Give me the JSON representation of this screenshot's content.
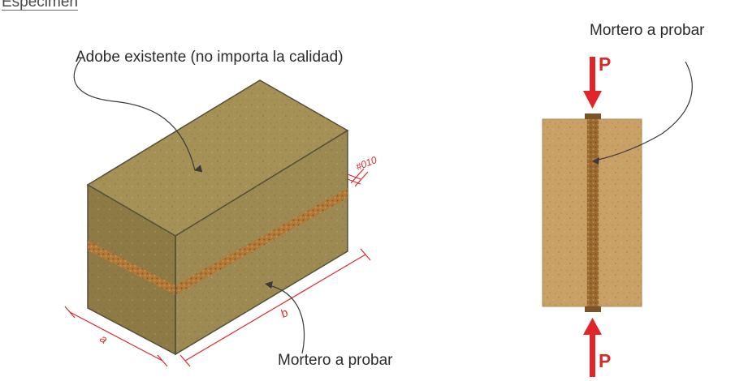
{
  "title": "Especimen",
  "labels": {
    "adobe": "Adobe existente (no  importa la calidad)",
    "mortar_bottom": "Mortero a probar",
    "mortar_right": "Mortero a probar",
    "thickness_mark": "#010",
    "dim_a": "a",
    "dim_b": "b",
    "load_top": "P",
    "load_bottom": "P"
  },
  "colors": {
    "adobe_top": "#a59156",
    "adobe_front": "#8d7a44",
    "adobe_side": "#9d8a52",
    "adobe_elev": "#c9a066",
    "mortar": "#b27a38",
    "dimension": "#d92a2a",
    "edge": "#55503a"
  }
}
